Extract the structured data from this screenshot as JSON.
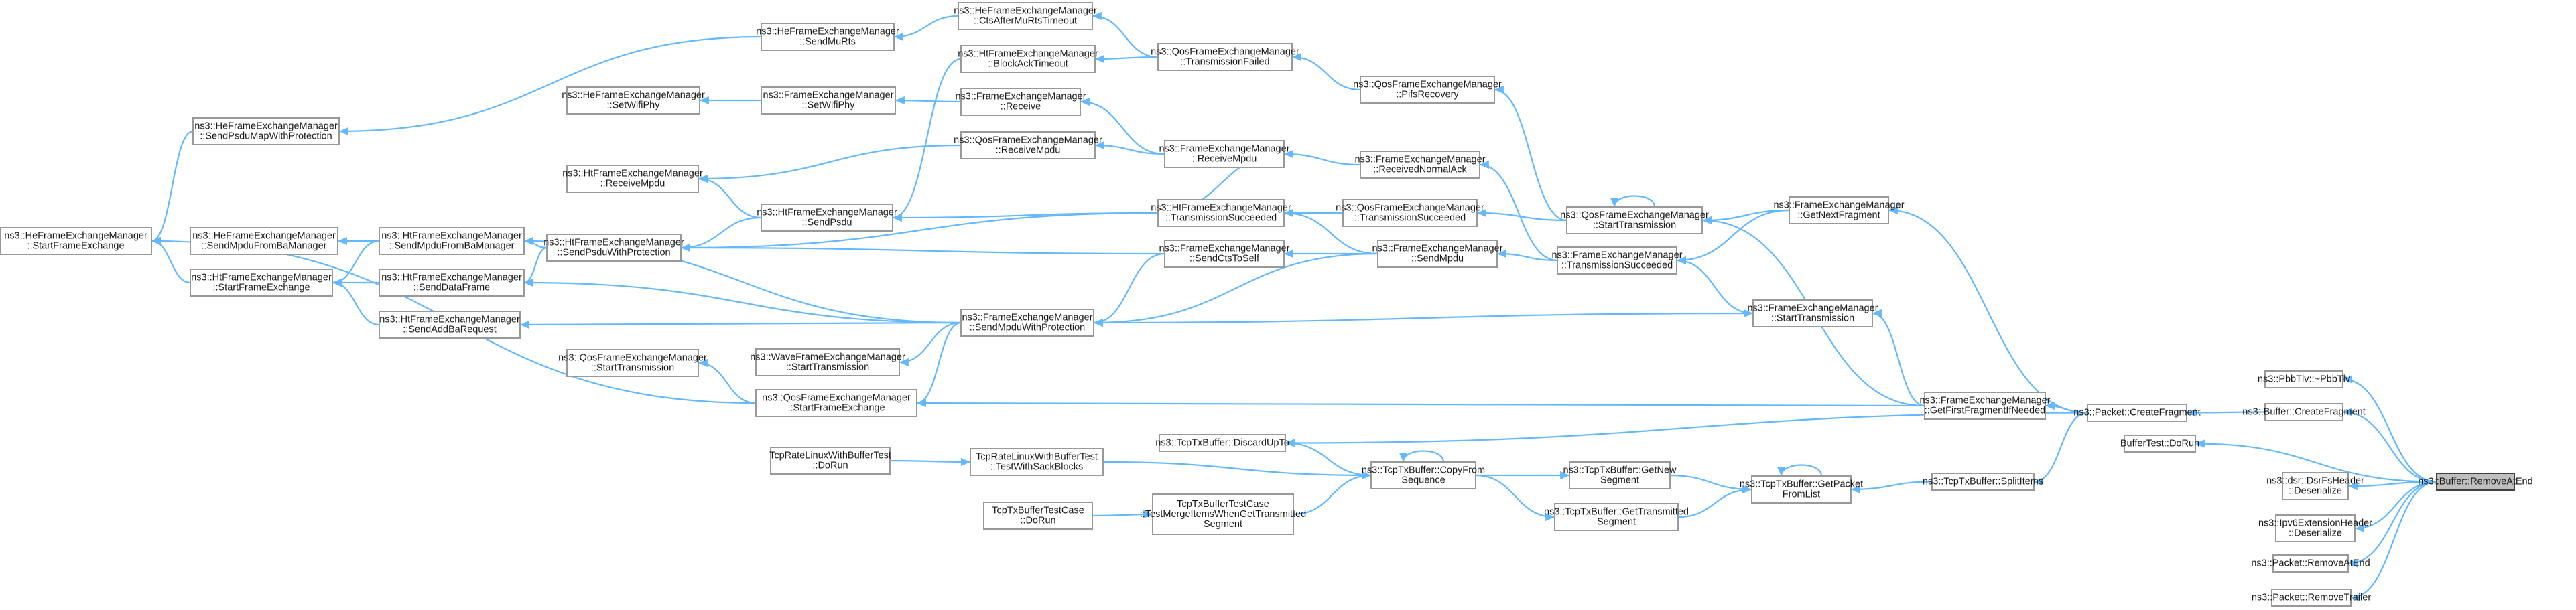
{
  "diagram": {
    "kind": "call graph",
    "colors": {
      "edge": "#63b8ff",
      "node_border": "#999999",
      "root_fill": "#bfbfbf",
      "root_border": "#404040"
    },
    "nodes": [
      {
        "id": "n0",
        "lines": [
          "ns3::Buffer::RemoveAtEnd"
        ],
        "root": true
      },
      {
        "id": "n1",
        "lines": [
          "ns3::PbbTlv::~PbbTlv"
        ]
      },
      {
        "id": "n2",
        "lines": [
          "ns3::Buffer::CreateFragment"
        ]
      },
      {
        "id": "n3",
        "lines": [
          "BufferTest::DoRun"
        ]
      },
      {
        "id": "n4",
        "lines": [
          "ns3::dsr::DsrFsHeader",
          "::Deserialize"
        ]
      },
      {
        "id": "n5",
        "lines": [
          "ns3::Ipv6ExtensionHeader",
          "::Deserialize"
        ]
      },
      {
        "id": "n6",
        "lines": [
          "ns3::Packet::RemoveAtEnd"
        ]
      },
      {
        "id": "n7",
        "lines": [
          "ns3::Packet::RemoveTrailer"
        ]
      },
      {
        "id": "n8",
        "lines": [
          "ns3::Packet::CreateFragment"
        ]
      },
      {
        "id": "n9",
        "lines": [
          "ns3::TcpTxBuffer::SplitItems"
        ]
      },
      {
        "id": "n10",
        "lines": [
          "ns3::FrameExchangeManager",
          "::GetNextFragment"
        ]
      },
      {
        "id": "n11",
        "lines": [
          "ns3::FrameExchangeManager",
          "::GetFirstFragmentIfNeeded"
        ]
      },
      {
        "id": "n12",
        "lines": [
          "ns3::TcpTxBuffer::DiscardUpTo"
        ]
      },
      {
        "id": "n13",
        "lines": [
          "ns3::TcpTxBuffer::GetPacket",
          "FromList"
        ]
      },
      {
        "id": "n14",
        "lines": [
          "ns3::FrameExchangeManager",
          "::StartTransmission"
        ]
      },
      {
        "id": "n15",
        "lines": [
          "ns3::QosFrameExchangeManager",
          "::StartTransmission"
        ]
      },
      {
        "id": "n16",
        "lines": [
          "ns3::FrameExchangeManager",
          "::TransmissionSucceeded"
        ]
      },
      {
        "id": "n17",
        "lines": [
          "ns3::FrameExchangeManager",
          "::ReceivedNormalAck"
        ]
      },
      {
        "id": "n18",
        "lines": [
          "ns3::QosFrameExchangeManager",
          "::PifsRecovery"
        ]
      },
      {
        "id": "n19",
        "lines": [
          "ns3::QosFrameExchangeManager",
          "::TransmissionFailed"
        ]
      },
      {
        "id": "n20",
        "lines": [
          "ns3::HeFrameExchangeManager",
          "::CtsAfterMuRtsTimeout"
        ]
      },
      {
        "id": "n21",
        "lines": [
          "ns3::HtFrameExchangeManager",
          "::BlockAckTimeout"
        ]
      },
      {
        "id": "n22",
        "lines": [
          "ns3::FrameExchangeManager",
          "::ReceiveMpdu"
        ]
      },
      {
        "id": "n23",
        "lines": [
          "ns3::FrameExchangeManager",
          "::Receive"
        ]
      },
      {
        "id": "n24",
        "lines": [
          "ns3::QosFrameExchangeManager",
          "::ReceiveMpdu"
        ]
      },
      {
        "id": "n25",
        "lines": [
          "ns3::HtFrameExchangeManager",
          "::ReceiveMpdu"
        ]
      },
      {
        "id": "n26",
        "lines": [
          "ns3::HtFrameExchangeManager",
          "::TransmissionSucceeded"
        ]
      },
      {
        "id": "n27",
        "lines": [
          "ns3::QosFrameExchangeManager",
          "::TransmissionSucceeded"
        ]
      },
      {
        "id": "n28",
        "lines": [
          "ns3::FrameExchangeManager",
          "::SendMpdu"
        ]
      },
      {
        "id": "n29",
        "lines": [
          "ns3::FrameExchangeManager",
          "::SendCtsToSelf"
        ]
      },
      {
        "id": "n30",
        "lines": [
          "ns3::FrameExchangeManager",
          "::SendMpduWithProtection"
        ]
      },
      {
        "id": "n31",
        "lines": [
          "ns3::HtFrameExchangeManager",
          "::SendPsdu"
        ]
      },
      {
        "id": "n32",
        "lines": [
          "ns3::HtFrameExchangeManager",
          "::SendPsduWithProtection"
        ]
      },
      {
        "id": "n33",
        "lines": [
          "ns3::HtFrameExchangeManager",
          "::SendMpduFromBaManager"
        ]
      },
      {
        "id": "n34",
        "lines": [
          "ns3::HeFrameExchangeManager",
          "::SendMpduFromBaManager"
        ]
      },
      {
        "id": "n35",
        "lines": [
          "ns3::HtFrameExchangeManager",
          "::StartFrameExchange"
        ]
      },
      {
        "id": "n36",
        "lines": [
          "ns3::HeFrameExchangeManager",
          "::StartFrameExchange"
        ]
      },
      {
        "id": "n37",
        "lines": [
          "ns3::HtFrameExchangeManager",
          "::SendDataFrame"
        ]
      },
      {
        "id": "n38",
        "lines": [
          "ns3::HtFrameExchangeManager",
          "::SendAddBaRequest"
        ]
      },
      {
        "id": "n39",
        "lines": [
          "ns3::WaveFrameExchangeManager",
          "::StartTransmission"
        ]
      },
      {
        "id": "n40",
        "lines": [
          "ns3::QosFrameExchangeManager",
          "::StartFrameExchange"
        ]
      },
      {
        "id": "n41",
        "lines": [
          "ns3::QosFrameExchangeManager",
          "::StartTransmission"
        ]
      },
      {
        "id": "n42",
        "lines": [
          "ns3::HeFrameExchangeManager",
          "::SendMuRts"
        ]
      },
      {
        "id": "n43",
        "lines": [
          "ns3::HeFrameExchangeManager",
          "::SendPsduMapWithProtection"
        ]
      },
      {
        "id": "n44",
        "lines": [
          "ns3::FrameExchangeManager",
          "::SetWifiPhy"
        ]
      },
      {
        "id": "n45",
        "lines": [
          "ns3::HeFrameExchangeManager",
          "::SetWifiPhy"
        ]
      },
      {
        "id": "n46",
        "lines": [
          "ns3::TcpTxBuffer::CopyFrom",
          "Sequence"
        ]
      },
      {
        "id": "n47",
        "lines": [
          "ns3::TcpTxBuffer::GetNew",
          "Segment"
        ]
      },
      {
        "id": "n48",
        "lines": [
          "ns3::TcpTxBuffer::GetTransmitted",
          "Segment"
        ]
      },
      {
        "id": "n49",
        "lines": [
          "TcpRateLinuxWithBufferTest",
          "::TestWithSackBlocks"
        ]
      },
      {
        "id": "n50",
        "lines": [
          "TcpRateLinuxWithBufferTest",
          "::DoRun"
        ]
      },
      {
        "id": "n51",
        "lines": [
          "TcpTxBufferTestCase",
          "::TestMergeItemsWhenGetTransmitted",
          "Segment"
        ]
      },
      {
        "id": "n52",
        "lines": [
          "TcpTxBufferTestCase",
          "::DoRun"
        ]
      }
    ],
    "edges": [
      [
        "n1",
        "n0"
      ],
      [
        "n2",
        "n0"
      ],
      [
        "n3",
        "n0"
      ],
      [
        "n4",
        "n0"
      ],
      [
        "n5",
        "n0"
      ],
      [
        "n6",
        "n0"
      ],
      [
        "n7",
        "n0"
      ],
      [
        "n8",
        "n2"
      ],
      [
        "n9",
        "n8"
      ],
      [
        "n10",
        "n8"
      ],
      [
        "n11",
        "n8"
      ],
      [
        "n12",
        "n8"
      ],
      [
        "n13",
        "n9"
      ],
      [
        "n14",
        "n11"
      ],
      [
        "n15",
        "n11"
      ],
      [
        "n40",
        "n11"
      ],
      [
        "n15",
        "n10"
      ],
      [
        "n16",
        "n10"
      ],
      [
        "n14",
        "n30"
      ],
      [
        "n16",
        "n14"
      ],
      [
        "n15",
        "n15"
      ],
      [
        "n18",
        "n15"
      ],
      [
        "n27",
        "n15"
      ],
      [
        "n17",
        "n16"
      ],
      [
        "n28",
        "n16"
      ],
      [
        "n22",
        "n17"
      ],
      [
        "n19",
        "n18"
      ],
      [
        "n20",
        "n19"
      ],
      [
        "n21",
        "n19"
      ],
      [
        "n42",
        "n20"
      ],
      [
        "n31",
        "n21"
      ],
      [
        "n23",
        "n22"
      ],
      [
        "n24",
        "n22"
      ],
      [
        "n26",
        "n22"
      ],
      [
        "n44",
        "n23"
      ],
      [
        "n45",
        "n44"
      ],
      [
        "n25",
        "n24"
      ],
      [
        "n26",
        "n27"
      ],
      [
        "n31",
        "n26"
      ],
      [
        "n32",
        "n26"
      ],
      [
        "n26",
        "n28"
      ],
      [
        "n29",
        "n28"
      ],
      [
        "n30",
        "n28"
      ],
      [
        "n32",
        "n29"
      ],
      [
        "n30",
        "n29"
      ],
      [
        "n37",
        "n30"
      ],
      [
        "n38",
        "n30"
      ],
      [
        "n39",
        "n30"
      ],
      [
        "n40",
        "n30"
      ],
      [
        "n33",
        "n30"
      ],
      [
        "n32",
        "n31"
      ],
      [
        "n25",
        "n31"
      ],
      [
        "n33",
        "n32"
      ],
      [
        "n37",
        "n32"
      ],
      [
        "n34",
        "n33"
      ],
      [
        "n35",
        "n33"
      ],
      [
        "n35",
        "n37"
      ],
      [
        "n35",
        "n38"
      ],
      [
        "n36",
        "n35"
      ],
      [
        "n43",
        "n42"
      ],
      [
        "n36",
        "n43"
      ],
      [
        "n36",
        "n40"
      ],
      [
        "n41",
        "n40"
      ],
      [
        "n46",
        "n12"
      ],
      [
        "n46",
        "n46"
      ],
      [
        "n46",
        "n49"
      ],
      [
        "n47",
        "n46"
      ],
      [
        "n48",
        "n46"
      ],
      [
        "n13",
        "n47"
      ],
      [
        "n13",
        "n48"
      ],
      [
        "n13",
        "n13"
      ],
      [
        "n46",
        "n51"
      ],
      [
        "n49",
        "n50"
      ],
      [
        "n51",
        "n52"
      ]
    ]
  }
}
